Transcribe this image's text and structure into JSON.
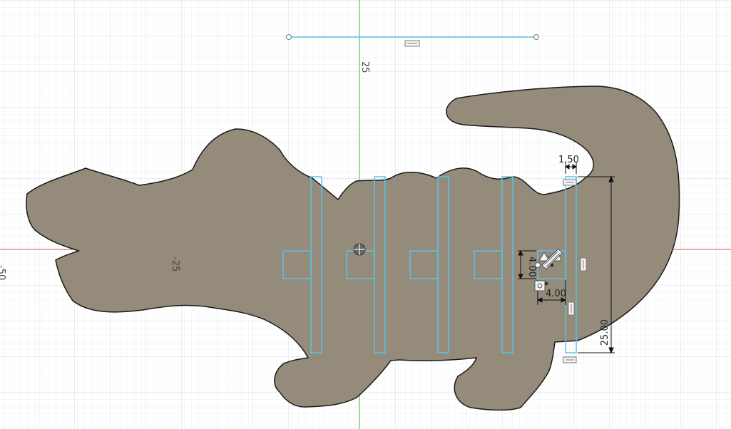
{
  "colors": {
    "background": "#ffffff",
    "grid_minor": "#eef0f2",
    "grid_major": "#d9dde1",
    "axis_x": "#d9534f",
    "axis_y": "#3cb043",
    "body_fill": "#948b7b",
    "body_stroke": "#1a1a1a",
    "sketch_line": "#5bc2e7",
    "dimension": "#111111"
  },
  "axis_labels": {
    "top_y": "25",
    "left_x": "-25",
    "edge_x": "-50"
  },
  "dimensions": {
    "gap_width": "1.50",
    "square_height": "4.00",
    "square_width": "4.00",
    "slot_height": "25.00"
  },
  "constraint_icons": [
    "horizontal-constraint-icon",
    "vertical-constraint-icon",
    "midpoint-constraint-icon",
    "equal-constraint-icon"
  ]
}
